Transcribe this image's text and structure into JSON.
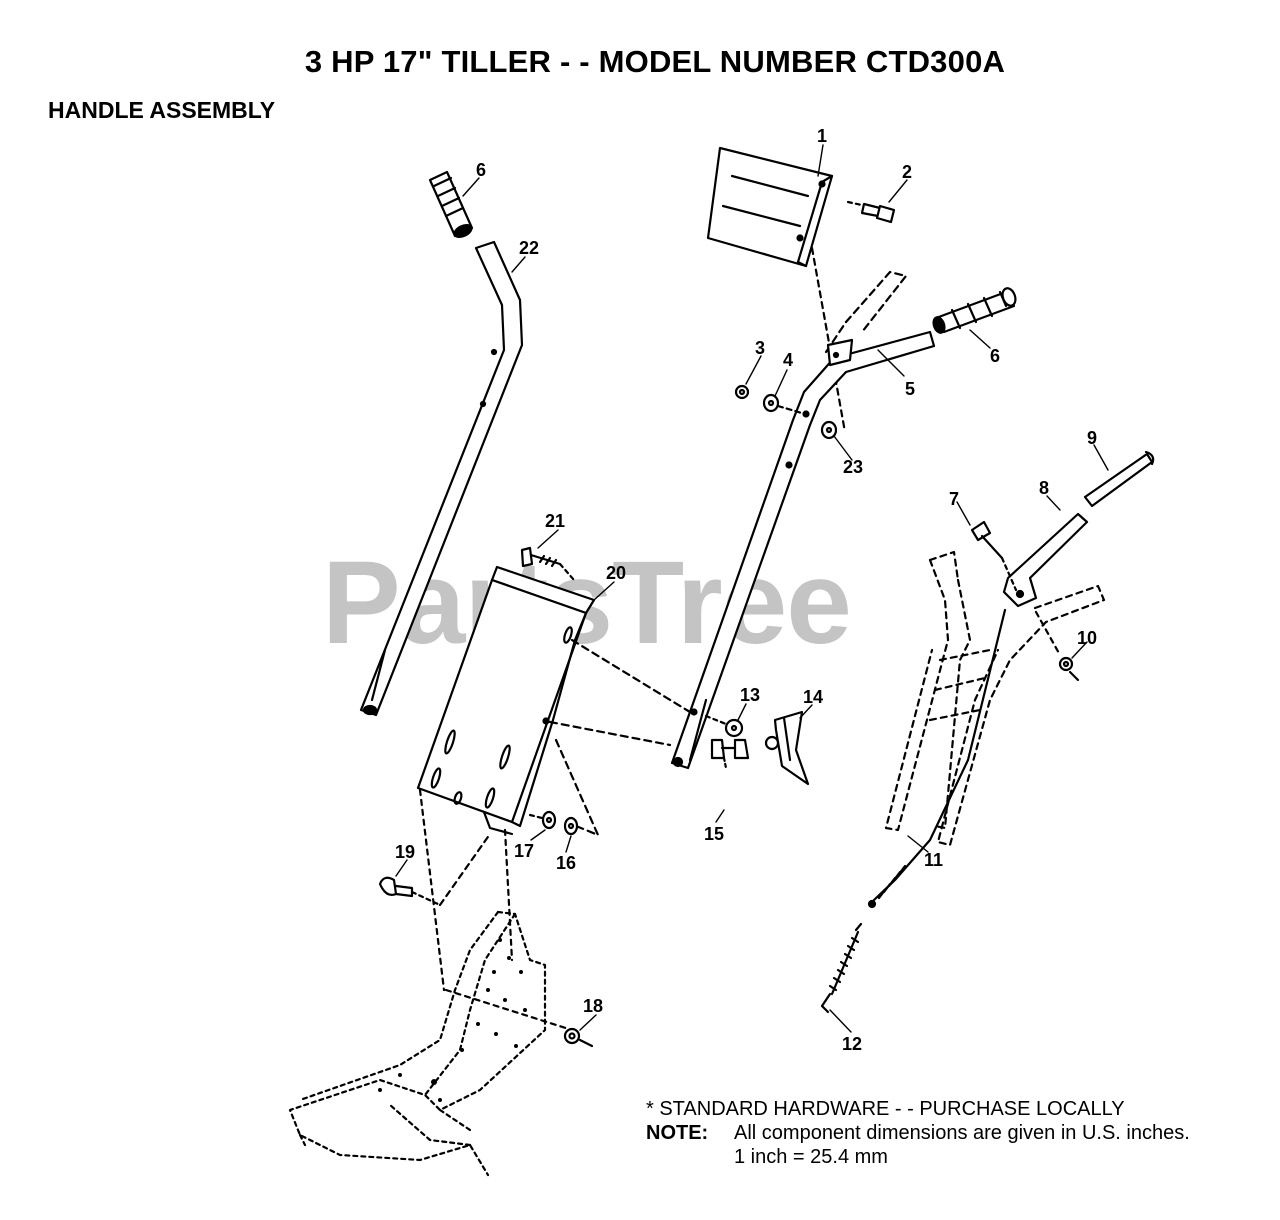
{
  "header": {
    "title": "3 HP 17\" TILLER - - MODEL NUMBER CTD300A",
    "subtitle": "HANDLE ASSEMBLY"
  },
  "watermark": "PartsTree",
  "callouts": {
    "p1": "1",
    "p2": "2",
    "p3": "3",
    "p4": "4",
    "p5": "5",
    "p6a": "6",
    "p6b": "6",
    "p7": "7",
    "p8": "8",
    "p9": "9",
    "p10": "10",
    "p11": "11",
    "p12": "12",
    "p13": "13",
    "p14": "14",
    "p15": "15",
    "p16": "16",
    "p17": "17",
    "p18": "18",
    "p19": "19",
    "p20": "20",
    "p21": "21",
    "p22": "22",
    "p23": "23"
  },
  "notes": {
    "standard_hardware": "* STANDARD HARDWARE - - PURCHASE LOCALLY",
    "note_label": "NOTE:",
    "note_line1": "All component dimensions are given in U.S. inches.",
    "note_line2": "1 inch = 25.4 mm"
  },
  "colors": {
    "ink": "#000000",
    "watermark": "#c4c4c4",
    "background": "#ffffff"
  }
}
